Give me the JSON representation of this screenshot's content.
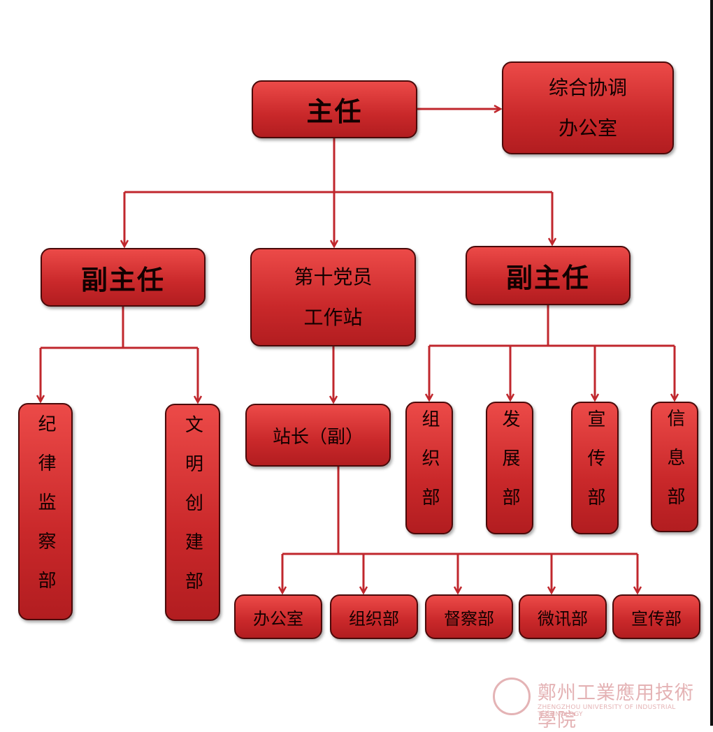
{
  "colors": {
    "line": "#c0272d",
    "box": "#c9282a"
  },
  "nodes": {
    "director": "主任",
    "office": "综合协调\n办公室",
    "deputy_left": "副主任",
    "station": "第十党员\n工作站",
    "deputy_right": "副主任",
    "discipline": "纪律监察部",
    "civilization": "文明创建部",
    "station_head": "站长（副）",
    "organization": "组织部",
    "development": "发展部",
    "publicity": "宣传部",
    "information": "信息部",
    "sub_office": "办公室",
    "sub_organization": "组织部",
    "sub_supervision": "督察部",
    "sub_wechat": "微讯部",
    "sub_publicity": "宣传部"
  },
  "watermark": {
    "cn": "鄭州工業應用技術學院",
    "en": "ZHENGZHOU UNIVERSITY OF INDUSTRIAL TECHNOLOGY"
  }
}
